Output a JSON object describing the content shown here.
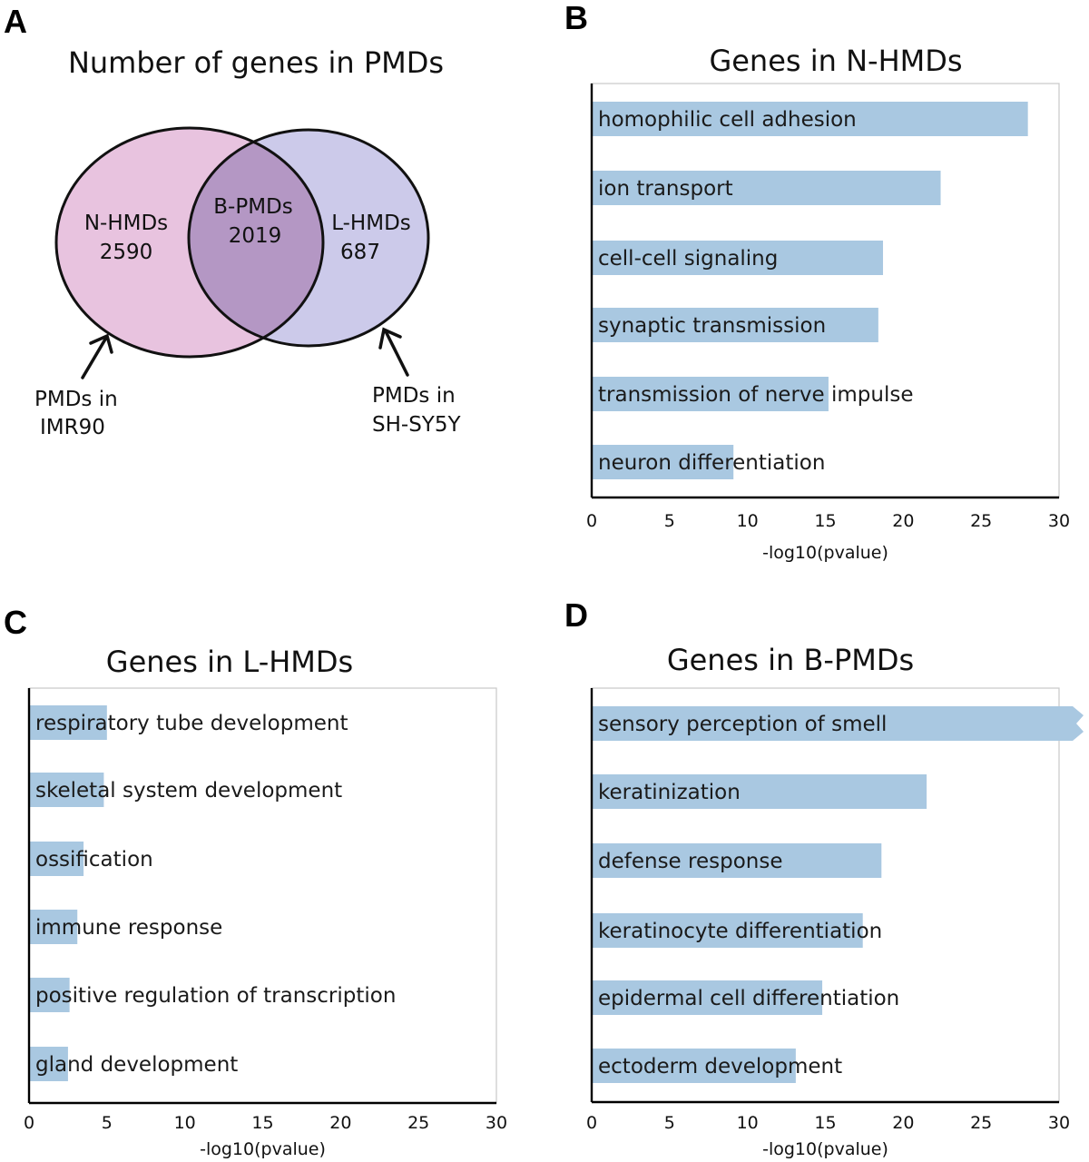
{
  "panel_letters": {
    "a": "A",
    "b": "B",
    "c": "C",
    "d": "D"
  },
  "venn": {
    "title": "Number of genes in PMDs",
    "left": {
      "name": "N-HMDs",
      "count": "2590"
    },
    "middle": {
      "name": "B-PMDs",
      "count": "2019"
    },
    "right": {
      "name": "L-HMDs",
      "count": "687"
    },
    "note_left": {
      "line1": "PMDs in",
      "line2": "IMR90"
    },
    "note_right": {
      "line1": "PMDs in",
      "line2": "SH-SY5Y"
    },
    "colors": {
      "left": "#e8c3df",
      "right": "#cccaea",
      "overlap": "#b497c4",
      "outline": "#111111"
    }
  },
  "chart_data": [
    {
      "type": "bar",
      "orientation": "horizontal",
      "title": "Genes in N-HMDs",
      "xlabel": "-log10(pvalue)",
      "xlim": [
        0,
        30
      ],
      "xticks": [
        0,
        5,
        10,
        15,
        20,
        25,
        30
      ],
      "categories": [
        "homophilic cell adhesion",
        "ion transport",
        "cell-cell signaling",
        "synaptic transmission",
        "transmission of nerve impulse",
        "neuron differentiation"
      ],
      "values": [
        28.0,
        22.4,
        18.7,
        18.4,
        15.2,
        9.1
      ],
      "color": "#a9c8e1"
    },
    {
      "type": "bar",
      "orientation": "horizontal",
      "title": "Genes in L-HMDs",
      "xlabel": "-log10(pvalue)",
      "xlim": [
        0,
        30
      ],
      "xticks": [
        0,
        5,
        10,
        15,
        20,
        25,
        30
      ],
      "categories": [
        "respiratory tube development",
        "skeletal system development",
        "ossification",
        "immune response",
        "positive regulation of transcription",
        "gland development"
      ],
      "values": [
        5.0,
        4.8,
        3.5,
        3.1,
        2.6,
        2.5
      ],
      "color": "#a9c8e1"
    },
    {
      "type": "bar",
      "orientation": "horizontal",
      "title": "Genes in B-PMDs",
      "xlabel": "-log10(pvalue)",
      "xlim": [
        0,
        30
      ],
      "xticks": [
        0,
        5,
        10,
        15,
        20,
        25,
        30
      ],
      "categories": [
        "sensory perception of smell",
        "keratinization",
        "defense response",
        "keratinocyte differentiation",
        "epidermal cell differentiation",
        "ectoderm development"
      ],
      "values": [
        32,
        21.5,
        18.6,
        17.4,
        14.8,
        13.1
      ],
      "truncated": [
        true,
        false,
        false,
        false,
        false,
        false
      ],
      "color": "#a9c8e1"
    }
  ]
}
